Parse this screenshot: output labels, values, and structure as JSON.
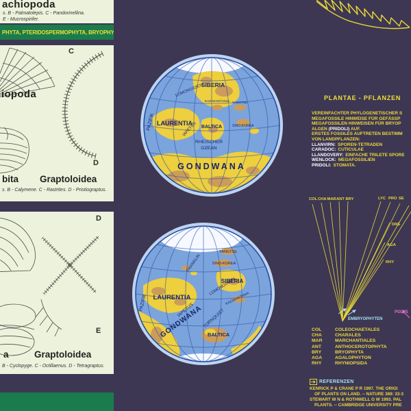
{
  "colors": {
    "background": "#3d3753",
    "panel_cream": "#edf2dd",
    "band_green": "#1a7c4c",
    "text_yellow": "#ecd83a",
    "highlight_white": "#ffffff",
    "cyan_accent": "#a6e0ef",
    "magenta_accent": "#e473cd",
    "globe_ocean": "#7ba4dc",
    "globe_halo": "#bdd4f0",
    "continent_yellow": "#eecf3d",
    "continent_tan": "#cc9d58",
    "globe_label_navy": "#17266b"
  },
  "panel_brachiopoda": {
    "title": "achiopoda",
    "caption_line1": "s. B - Palmatolepis. C - Pandorinellina.",
    "caption_line2": "E - Mucrospirifer."
  },
  "green_band_top": {
    "text": "PHYTA, PTERIDOSPERMOPHYTA, BRYOPHYTA"
  },
  "panel_fossils_1": {
    "title": "iopoda",
    "label_c": "C",
    "label_d": "D",
    "footer_left": "bita",
    "footer_right": "Graptoloidea",
    "caption": "s. B - Calymene. C - Rastrites. D - Pristiograptus."
  },
  "panel_fossils_2": {
    "label_d": "D",
    "label_e": "E",
    "footer_left": "a",
    "footer_right": "Graptoloidea",
    "caption": "B - Cyclopyge. C - Octillaenus. D - Tetragraptus."
  },
  "globe_top": {
    "labels": {
      "pazifik": "PAZIFIK",
      "siberia": "SIBERIA",
      "lomonossov": "LOMONOSSOV",
      "kazakhstania": "KAZAKHSTANIA",
      "yangtse": "YANGTSE",
      "laurentia": "LAURENTIA",
      "iapetus": "IAPETUS",
      "baltica": "BALTICA",
      "sino_korea": "SINO-KOREA",
      "rheischer_line1": "RHEISCHER",
      "rheischer_line2": "OZEAN",
      "gondwana": "GONDWANA"
    }
  },
  "globe_bottom": {
    "labels": {
      "pazifik": "PAZIFIK",
      "yangtse": "YANGTSE",
      "sino_korea": "SINO-KOREA",
      "franklin": "FRANKLIN",
      "siberia": "SIBERIA",
      "laurentia": "LAURENTIA",
      "lomonossov": "LOMONOSSOV",
      "kazakhstania": "KAZAKHSTANIA",
      "iapetus": "IAPETUS",
      "tornquist": "TORNQUIST",
      "gondwana": "GONDWANA",
      "baltica": "BALTICA"
    }
  },
  "plants": {
    "title": "PLANTAE - PFLANZEN",
    "intro1": [
      "VEREINFACHTER PHYLOGENETISCHER S",
      "MEGAFOSSILE HINWEISE FÜR GEFÄSSP",
      "MEGAFOSSILEN HINWEISEN FÜR BRYOP"
    ],
    "algen": {
      "pre": "ALGEN ",
      "term": "(PRIDOLI)",
      "post": " AUF."
    },
    "intro2": [
      "ERSTES FOSSILES AUFTRETEN BESTIMM",
      "VON LANDPFLANZEN:"
    ],
    "terms": [
      {
        "name": "LLANVIRN:",
        "desc": "SPOREN-TETRADEN"
      },
      {
        "name": "CARADOC:",
        "desc": "CUTICULAE"
      },
      {
        "name": "LLANDOVERY:",
        "desc": "EINFACHE TRILETE SPORE"
      },
      {
        "name": "WENLOCK:",
        "desc": "MEGAFOSSILIEN"
      },
      {
        "name": "PRIDOLI:",
        "desc": "STOMATA."
      }
    ],
    "tree": {
      "top_labels": [
        "COL",
        "CHA",
        "MAR",
        "ANT",
        "BRY"
      ],
      "right_labels": [
        "LYC",
        "PRO",
        "SE"
      ],
      "side_labels": [
        "DRE",
        "AGA",
        "RHY"
      ],
      "embryophyten": "EMBRYOPHYTEN",
      "polys": "POLYS"
    },
    "legend": [
      {
        "abbr": "COL",
        "name": "COLEOCHAETALES"
      },
      {
        "abbr": "CHA",
        "name": "CHARALES"
      },
      {
        "abbr": "MAR",
        "name": "MARCHANTIALES"
      },
      {
        "abbr": "ANT",
        "name": "ANTHOCEROTOPHYTA"
      },
      {
        "abbr": "BRY",
        "name": "BRYOPHYTA"
      },
      {
        "abbr": "AGA",
        "name": "AGALOPHYTON"
      },
      {
        "abbr": "RHY",
        "name": "RHYNIOPSIDA"
      }
    ],
    "references_title": "REFERENZEN",
    "references": [
      "KENRICK P & CRANE P R 1997. THE ORIGI",
      "OF PLANTS ON LAND. -- NATURE 389: 33-3",
      "STEWART W N & ROTHWELL G W 1993. PAL",
      "PLANTS. -- CAMBRIDGE UNIVERSITY PRE"
    ]
  }
}
